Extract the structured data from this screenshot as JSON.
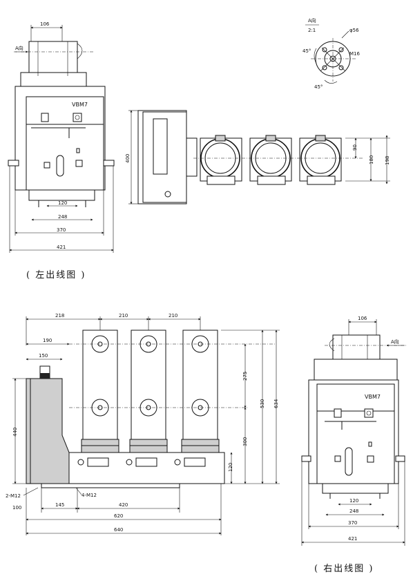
{
  "captions": {
    "left": "( 左出线图 )",
    "right": "( 右出线图 )"
  },
  "model": "VBM7",
  "detail": {
    "view": "A向",
    "scale": "2:1",
    "dia": "φ56",
    "thread": "M16",
    "angle": "45°"
  },
  "arrow_label": "A向",
  "left_front": {
    "top": "106",
    "d1": "120",
    "d2": "248",
    "d3": "370",
    "d4": "421"
  },
  "top_view": {
    "h400": "400",
    "v90": "90",
    "v180": "180",
    "v198": "198"
  },
  "side": {
    "d218": "218",
    "d210a": "210",
    "d210b": "210",
    "d190": "190",
    "d150": "150",
    "d275": "275",
    "d300": "300",
    "d530": "530",
    "d634": "634",
    "d120": "120",
    "d440": "440",
    "m12a": "2-M12",
    "m12b": "4-M12",
    "d100": "100",
    "d145": "145",
    "d420": "420",
    "d620": "620",
    "d640": "640"
  },
  "right_front": {
    "top": "106",
    "d1": "120",
    "d2": "248",
    "d3": "370",
    "d4": "421"
  }
}
